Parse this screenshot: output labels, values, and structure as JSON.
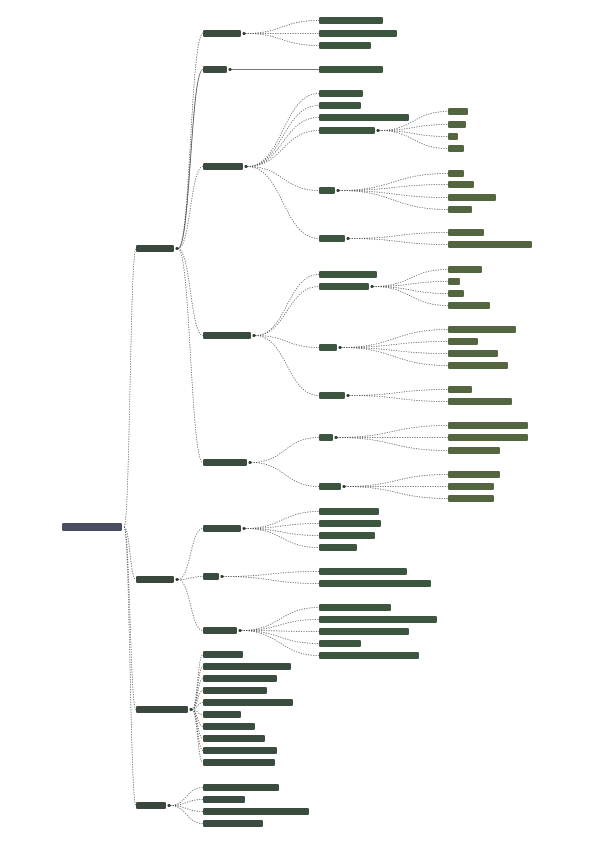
{
  "colors": {
    "root": "#4a4e60",
    "level1": "#3a473d",
    "level2": "#3a4c3d",
    "level3": "#3c553f",
    "level4": "#53663f",
    "line": "#4a4a4a"
  },
  "tree": {
    "id": "root",
    "label": "",
    "kind": "root",
    "children": [
      {
        "id": "b1",
        "label": "",
        "kind": "level1",
        "children": [
          {
            "id": "b1a",
            "label": "",
            "kind": "level2",
            "children": [
              {
                "id": "b1a1",
                "label": "",
                "kind": "level3"
              },
              {
                "id": "b1a2",
                "label": "",
                "kind": "level3"
              },
              {
                "id": "b1a3",
                "label": "",
                "kind": "level3"
              }
            ]
          },
          {
            "id": "b1b",
            "label": "",
            "kind": "level2",
            "solid": true,
            "children": [
              {
                "id": "b1b1",
                "label": "",
                "kind": "level3",
                "solid": true
              }
            ]
          },
          {
            "id": "b1c",
            "label": "",
            "kind": "level2",
            "children": [
              {
                "id": "b1c1",
                "label": "",
                "kind": "level3"
              },
              {
                "id": "b1c2",
                "label": "",
                "kind": "level3"
              },
              {
                "id": "b1c3",
                "label": "",
                "kind": "level3"
              },
              {
                "id": "b1c4",
                "label": "",
                "kind": "level3",
                "children": [
                  {
                    "id": "b1c4a",
                    "label": "",
                    "kind": "level4"
                  },
                  {
                    "id": "b1c4b",
                    "label": "",
                    "kind": "level4"
                  },
                  {
                    "id": "b1c4c",
                    "label": "",
                    "kind": "level4"
                  },
                  {
                    "id": "b1c4d",
                    "label": "",
                    "kind": "level4"
                  }
                ]
              },
              {
                "id": "b1c5",
                "label": "",
                "kind": "level3",
                "children": [
                  {
                    "id": "b1c5a",
                    "label": "",
                    "kind": "level4"
                  },
                  {
                    "id": "b1c5b",
                    "label": "",
                    "kind": "level4"
                  },
                  {
                    "id": "b1c5c",
                    "label": "",
                    "kind": "level4"
                  },
                  {
                    "id": "b1c5d",
                    "label": "",
                    "kind": "level4"
                  }
                ]
              },
              {
                "id": "b1c6",
                "label": "",
                "kind": "level3",
                "children": [
                  {
                    "id": "b1c6a",
                    "label": "",
                    "kind": "level4"
                  },
                  {
                    "id": "b1c6b",
                    "label": "",
                    "kind": "level4"
                  }
                ]
              }
            ]
          },
          {
            "id": "b1d",
            "label": "",
            "kind": "level2",
            "children": [
              {
                "id": "b1d1",
                "label": "",
                "kind": "level3"
              },
              {
                "id": "b1d2",
                "label": "",
                "kind": "level3",
                "children": [
                  {
                    "id": "b1d2a",
                    "label": "",
                    "kind": "level4"
                  },
                  {
                    "id": "b1d2b",
                    "label": "",
                    "kind": "level4"
                  },
                  {
                    "id": "b1d2c",
                    "label": "",
                    "kind": "level4"
                  },
                  {
                    "id": "b1d2d",
                    "label": "",
                    "kind": "level4"
                  }
                ]
              },
              {
                "id": "b1d3",
                "label": "",
                "kind": "level3",
                "children": [
                  {
                    "id": "b1d3a",
                    "label": "",
                    "kind": "level4"
                  },
                  {
                    "id": "b1d3b",
                    "label": "",
                    "kind": "level4"
                  },
                  {
                    "id": "b1d3c",
                    "label": "",
                    "kind": "level4"
                  },
                  {
                    "id": "b1d3d",
                    "label": "",
                    "kind": "level4"
                  }
                ]
              },
              {
                "id": "b1d4",
                "label": "",
                "kind": "level3",
                "children": [
                  {
                    "id": "b1d4a",
                    "label": "",
                    "kind": "level4"
                  },
                  {
                    "id": "b1d4b",
                    "label": "",
                    "kind": "level4"
                  }
                ]
              }
            ]
          },
          {
            "id": "b1e",
            "label": "",
            "kind": "level2",
            "children": [
              {
                "id": "b1e1",
                "label": "",
                "kind": "level3",
                "children": [
                  {
                    "id": "b1e1a",
                    "label": "",
                    "kind": "level4"
                  },
                  {
                    "id": "b1e1b",
                    "label": "",
                    "kind": "level4"
                  },
                  {
                    "id": "b1e1c",
                    "label": "",
                    "kind": "level4"
                  }
                ]
              },
              {
                "id": "b1e2",
                "label": "",
                "kind": "level3",
                "children": [
                  {
                    "id": "b1e2a",
                    "label": "",
                    "kind": "level4"
                  },
                  {
                    "id": "b1e2b",
                    "label": "",
                    "kind": "level4"
                  },
                  {
                    "id": "b1e2c",
                    "label": "",
                    "kind": "level4"
                  }
                ]
              }
            ]
          }
        ]
      },
      {
        "id": "b2",
        "label": "",
        "kind": "level1",
        "children": [
          {
            "id": "b2a",
            "label": "",
            "kind": "level2",
            "children": [
              {
                "id": "b2a1",
                "label": "",
                "kind": "level3"
              },
              {
                "id": "b2a2",
                "label": "",
                "kind": "level3"
              },
              {
                "id": "b2a3",
                "label": "",
                "kind": "level3"
              },
              {
                "id": "b2a4",
                "label": "",
                "kind": "level3"
              }
            ]
          },
          {
            "id": "b2b",
            "label": "",
            "kind": "level2",
            "children": [
              {
                "id": "b2b1",
                "label": "",
                "kind": "level3"
              },
              {
                "id": "b2b2",
                "label": "",
                "kind": "level3"
              }
            ]
          },
          {
            "id": "b2c",
            "label": "",
            "kind": "level2",
            "children": [
              {
                "id": "b2c1",
                "label": "",
                "kind": "level3"
              },
              {
                "id": "b2c2",
                "label": "",
                "kind": "level3"
              },
              {
                "id": "b2c3",
                "label": "",
                "kind": "level3"
              },
              {
                "id": "b2c4",
                "label": "",
                "kind": "level3"
              },
              {
                "id": "b2c5",
                "label": "",
                "kind": "level3"
              }
            ]
          }
        ]
      },
      {
        "id": "b3",
        "label": "",
        "kind": "level1",
        "children": [
          {
            "id": "b3a",
            "label": "",
            "kind": "level2"
          },
          {
            "id": "b3b",
            "label": "",
            "kind": "level2"
          },
          {
            "id": "b3c",
            "label": "",
            "kind": "level2"
          },
          {
            "id": "b3d",
            "label": "",
            "kind": "level2"
          },
          {
            "id": "b3e",
            "label": "",
            "kind": "level2"
          },
          {
            "id": "b3f",
            "label": "",
            "kind": "level2"
          },
          {
            "id": "b3g",
            "label": "",
            "kind": "level2"
          },
          {
            "id": "b3h",
            "label": "",
            "kind": "level2"
          },
          {
            "id": "b3i",
            "label": "",
            "kind": "level2"
          },
          {
            "id": "b3j",
            "label": "",
            "kind": "level2"
          }
        ]
      },
      {
        "id": "b4",
        "label": "",
        "kind": "level1",
        "children": [
          {
            "id": "b4a",
            "label": "",
            "kind": "level2"
          },
          {
            "id": "b4b",
            "label": "",
            "kind": "level2"
          },
          {
            "id": "b4c",
            "label": "",
            "kind": "level2"
          },
          {
            "id": "b4d",
            "label": "",
            "kind": "level2"
          }
        ]
      }
    ]
  }
}
